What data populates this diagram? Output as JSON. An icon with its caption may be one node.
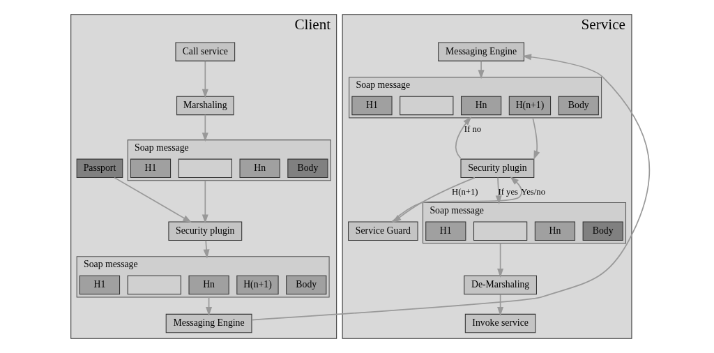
{
  "diagram": {
    "nodes": [
      {
        "text": [
          "Client"
        ]
      },
      {
        "text": [
          "Call service"
        ],
        "in": 0
      },
      {
        "text": [
          "Marshaling"
        ],
        "in": 0
      },
      {
        "text": [
          "Soap message"
        ],
        "in": 0
      },
      {
        "text": [
          "Body"
        ],
        "in": 3
      },
      {
        "text": [
          "Hn"
        ],
        "in": 3
      },
      {
        "text": [],
        "shape": "box",
        "in": 3
      },
      {
        "text": [
          "H1"
        ],
        "in": 3
      },
      {
        "text": [
          "Passport"
        ],
        "in": 0
      },
      {
        "text": [
          "Security plugin"
        ],
        "in": 0
      },
      {
        "text": [
          "Soap message"
        ],
        "in": 0
      },
      {
        "text": [
          "Body"
        ],
        "in": 10
      },
      {
        "text": [
          "H(n+1)"
        ],
        "in": 10
      },
      {
        "text": [
          "Hn"
        ],
        "in": 10
      },
      {
        "text": [],
        "shape": "box",
        "in": 10
      },
      {
        "text": [
          "H1"
        ],
        "in": 10
      },
      {
        "text": [
          "Messaging Engine"
        ],
        "in": 0
      },
      {
        "text": [
          "Service"
        ]
      },
      {
        "text": [
          "Invoke service"
        ],
        "in": 17
      },
      {
        "text": [
          "De-Marshaling"
        ],
        "in": 17
      },
      {
        "text": [
          "Soap message"
        ],
        "in": 17
      },
      {
        "text": [
          "Body"
        ],
        "in": 20
      },
      {
        "text": [
          "Hn"
        ],
        "in": 20
      },
      {
        "text": [],
        "shape": "box",
        "in": 20
      },
      {
        "text": [
          "H1"
        ],
        "in": 20
      },
      {
        "text": [
          "Security plugin"
        ],
        "in": 17
      },
      {
        "text": [
          "Service Guard"
        ],
        "in": 17
      },
      {
        "text": [
          "Soap message"
        ],
        "in": 17
      },
      {
        "text": [
          "Body"
        ],
        "in": 27
      },
      {
        "text": [
          "H(n+1)"
        ],
        "in": 27
      },
      {
        "text": [
          "Hn"
        ],
        "in": 27
      },
      {
        "text": [],
        "shape": "box",
        "in": 27
      },
      {
        "text": [
          "H1"
        ],
        "in": 27
      },
      {
        "text": [
          "Messaging Engine"
        ],
        "in": 17
      }
    ],
    "edges": [
      {
        "from": 1,
        "to": 2,
        "arrow": "to"
      },
      {
        "from": 2,
        "to": 3,
        "arrow": "to"
      },
      {
        "from": 3,
        "to": 9,
        "arrow": "to"
      },
      {
        "from": 8,
        "to": 9,
        "arrow": "to"
      },
      {
        "from": 9,
        "to": 10,
        "arrow": "to"
      },
      {
        "from": 10,
        "to": 16,
        "arrow": "to"
      },
      {
        "from": 16,
        "to": 33,
        "arrow": "to"
      },
      {
        "from": 33,
        "to": 27,
        "arrow": "to"
      },
      {
        "from": 27,
        "to": 25,
        "arrow": "to"
      },
      {
        "from": 25,
        "to": 27,
        "label": "If no",
        "arrow": "to"
      },
      {
        "from": 25,
        "to": 20,
        "label": "If yes",
        "arrow": "to"
      },
      {
        "from": 25,
        "to": 26,
        "label": "H(n+1)",
        "arrow": "to"
      },
      {
        "from": 26,
        "to": 25,
        "label": "Yes/no",
        "arrow": "to"
      },
      {
        "from": 20,
        "to": 19,
        "arrow": "to"
      },
      {
        "from": 19,
        "to": 18,
        "arrow": "to"
      }
    ]
  }
}
